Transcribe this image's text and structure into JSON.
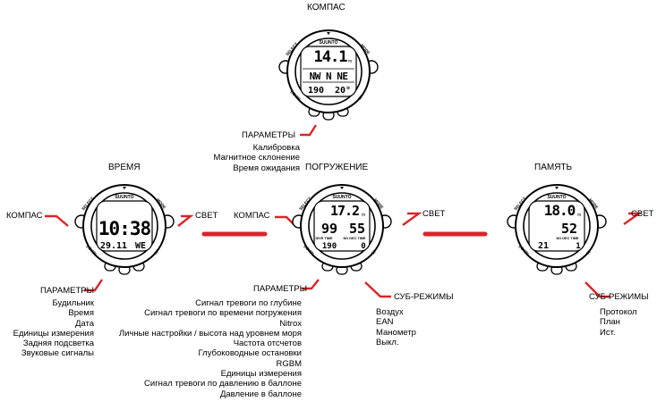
{
  "colors": {
    "accent": "#d8262b"
  },
  "top": {
    "title": "КОМПАС",
    "params_label": "ПАРАМЕТРЫ",
    "params": [
      "Калибровка",
      "Магнитное склонение",
      "Время ожидания"
    ],
    "display": {
      "depth": "14.1",
      "unit": "m",
      "heading": "NW N NE",
      "left": "190",
      "right": "20°"
    }
  },
  "time": {
    "title": "ВРЕМЯ",
    "compass_label": "КОМПАС",
    "light_label": "СВЕТ",
    "params_label": "ПАРАМЕТРЫ",
    "params": [
      "Будильник",
      "Время",
      "Дата",
      "Единицы измерения",
      "Задняя подсветка",
      "Звуковые сигналы"
    ],
    "display": {
      "main": "10:38",
      "date": "29.11",
      "day": "WE"
    }
  },
  "dive": {
    "title": "ПОГРУЖЕНИЕ",
    "compass_label": "КОМПАС",
    "light_label": "СВЕТ",
    "params_label": "ПАРАМЕТРЫ",
    "params": [
      "Сигнал тревоги по глубине",
      "Сигнал тревоги по времени погружения",
      "Nitrox",
      "Личные настройки / высота над уровнем моря",
      "Частота отсчетов",
      "Глубоководные остановки",
      "RGBM",
      "Единицы измерения",
      "Сигнал тревоги по давлению в баллоне",
      "Давление в баллоне"
    ],
    "submodes_label": "СУБ-РЕЖИМЫ",
    "submodes": [
      "Воздух",
      "EAN",
      "Манометр",
      "Выкл."
    ],
    "display": {
      "depth": "17.2",
      "unit": "m",
      "left": "99",
      "right": "55",
      "dive_time_label": "DIVE TIME",
      "nodec_label": "NO DEC TIME",
      "bottom_left": "190",
      "bottom_right": "0"
    }
  },
  "memory": {
    "title": "ПАМЯТЬ",
    "light_label": "СВЕТ",
    "submodes_label": "СУБ-РЕЖИМЫ",
    "submodes": [
      "Протокол",
      "План",
      "Ист."
    ],
    "display": {
      "depth": "18.0",
      "unit": "m",
      "mid": "52",
      "nodec_label": "NO DEC TIME",
      "bottom_left": "21",
      "bottom_right": "1"
    }
  },
  "watch": {
    "brand": "SUUNTO",
    "btn_select": "SELECT",
    "btn_mode": "MODE",
    "btn_down": "DOWN",
    "btn_up": "UP"
  }
}
